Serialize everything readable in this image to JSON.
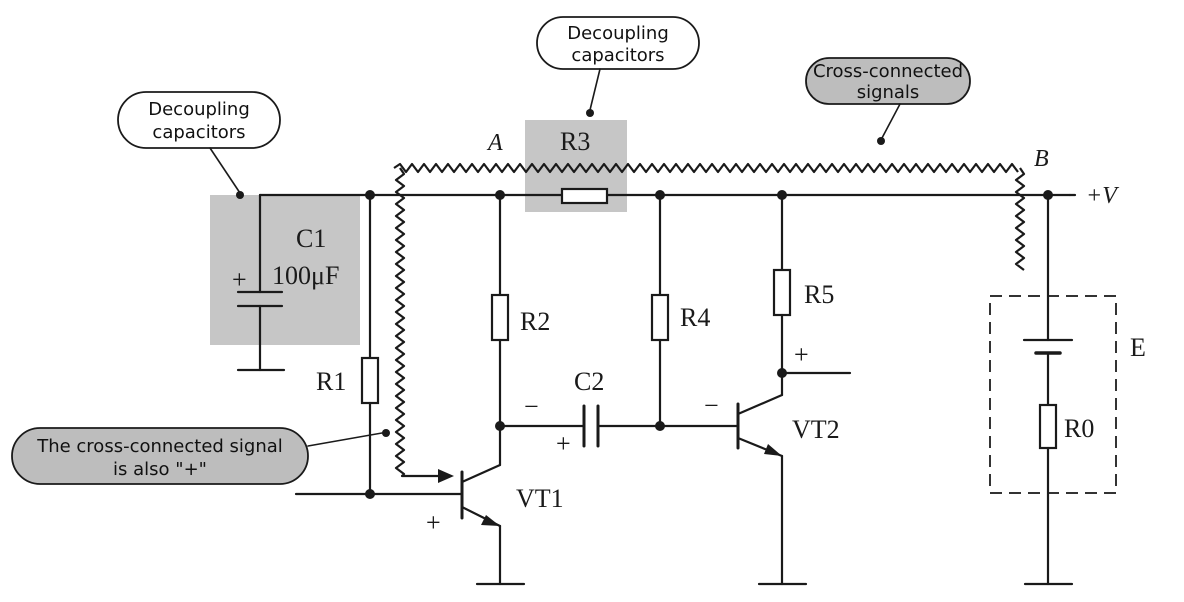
{
  "labels": {
    "node_a": "A",
    "node_b": "B",
    "supply": "+V",
    "c1_name": "C1",
    "c1_value": "100μF",
    "c1_plus": "+",
    "r1": "R1",
    "r2": "R2",
    "r3": "R3",
    "r4": "R4",
    "r5": "R5",
    "r0": "R0",
    "c2": "C2",
    "c2_minus": "−",
    "c2_plus": "+",
    "vt1": "VT1",
    "vt1_plus": "+",
    "vt2": "VT2",
    "vt2_minus": "−",
    "r5_plus": "+",
    "e": "E"
  },
  "callouts": {
    "left_decoupling": [
      "Decoupling",
      "capacitors"
    ],
    "top_decoupling": [
      "Decoupling",
      "capacitors"
    ],
    "cross_connected": [
      "Cross-connected",
      "signals"
    ],
    "cross_plus": [
      "The cross-connected signal",
      "is also \"+\""
    ]
  },
  "colors": {
    "highlight": "#c6c6c6",
    "callout_gray": "#bdbdbd",
    "callout_white": "#ffffff",
    "line": "#1a1a1a"
  }
}
